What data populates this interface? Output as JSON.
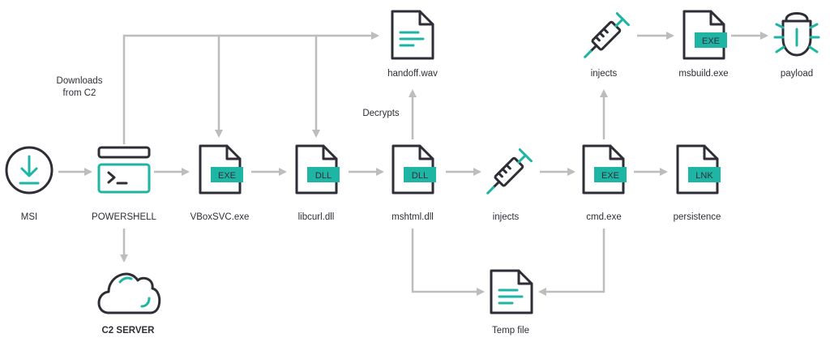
{
  "nodes": {
    "msi": "MSI",
    "powershell": "POWERSHELL",
    "c2_server": "C2 SERVER",
    "vboxsvc": "VBoxSVC.exe",
    "libcurl": "libcurl.dll",
    "mshtml": "mshtml.dll",
    "injects_1": "injects",
    "cmd": "cmd.exe",
    "persistence": "persistence",
    "handoff": "handoff.wav",
    "temp_file": "Temp file",
    "injects_2": "injects",
    "msbuild": "msbuild.exe",
    "payload": "payload"
  },
  "badges": {
    "vboxsvc": "EXE",
    "libcurl": "DLL",
    "mshtml": "DLL",
    "cmd": "EXE",
    "persistence": "LNK",
    "msbuild": "EXE"
  },
  "edge_labels": {
    "downloads_line1": "Downloads",
    "downloads_line2": "from C2",
    "decrypts": "Decrypts"
  },
  "colors": {
    "accent": "#1fb5a5",
    "outline": "#2e2e36",
    "arrow": "#bdbdbd"
  }
}
